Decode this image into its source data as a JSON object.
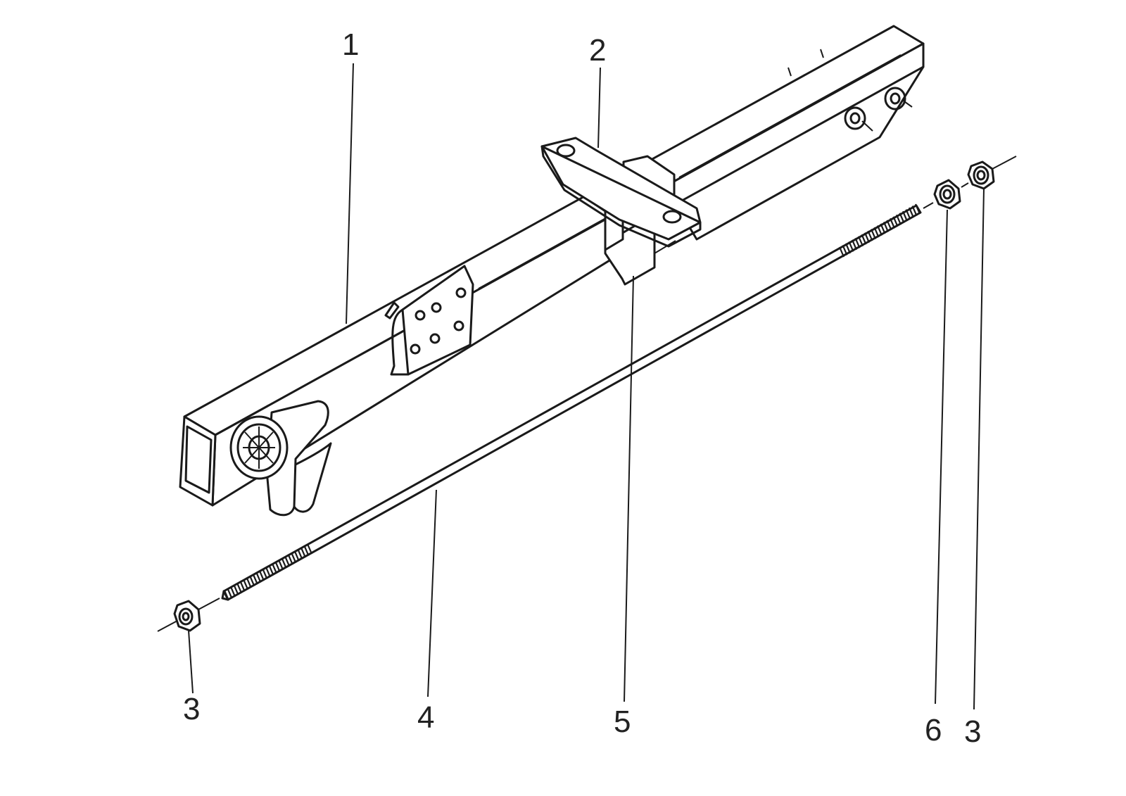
{
  "diagram": {
    "colors": {
      "ink": "#1a1a1a",
      "background": "#ffffff"
    },
    "callouts": [
      {
        "id": "part-1",
        "label": "1"
      },
      {
        "id": "part-2",
        "label": "2"
      },
      {
        "id": "part-3-left",
        "label": "3"
      },
      {
        "id": "part-4",
        "label": "4"
      },
      {
        "id": "part-5",
        "label": "5"
      },
      {
        "id": "part-6",
        "label": "6"
      },
      {
        "id": "part-3-right",
        "label": "3"
      }
    ]
  }
}
